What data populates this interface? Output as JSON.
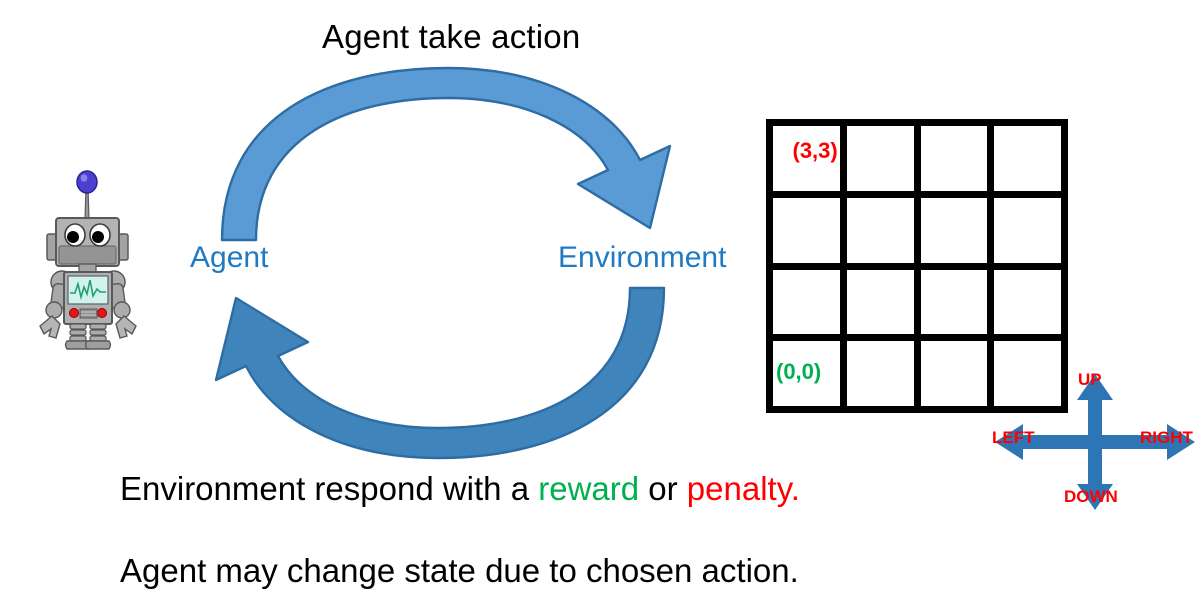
{
  "diagram": {
    "title": "Agent take action",
    "nodes": {
      "agent_label": "Agent",
      "environment_label": "Environment"
    },
    "colors": {
      "node_label": "#1F7AC4",
      "arrow_fill_light": "#5B9BD5",
      "arrow_fill_dark": "#4084BC",
      "arrow_stroke": "#2E6CA4",
      "reward_green": "#00B050",
      "penalty_red": "#FF0000",
      "grid_border": "#000000",
      "compass_blue": "#2E75B6"
    }
  },
  "grid": {
    "rows": 4,
    "cols": 4,
    "cells": [
      {
        "label": "(3,3)",
        "kind": "goal"
      },
      {
        "label": "",
        "kind": "empty"
      },
      {
        "label": "",
        "kind": "empty"
      },
      {
        "label": "",
        "kind": "empty"
      },
      {
        "label": "",
        "kind": "empty"
      },
      {
        "label": "",
        "kind": "empty"
      },
      {
        "label": "",
        "kind": "empty"
      },
      {
        "label": "",
        "kind": "empty"
      },
      {
        "label": "",
        "kind": "empty"
      },
      {
        "label": "",
        "kind": "empty"
      },
      {
        "label": "",
        "kind": "empty"
      },
      {
        "label": "",
        "kind": "empty"
      },
      {
        "label": "",
        "kind": "empty"
      },
      {
        "label": "",
        "kind": "empty"
      },
      {
        "label": "",
        "kind": "empty"
      },
      {
        "label": "(0,0)",
        "kind": "start"
      }
    ],
    "goal_coord": "(3,3)",
    "start_coord": "(0,0)"
  },
  "compass": {
    "up": "UP",
    "down": "DOWN",
    "left": "LEFT",
    "right": "RIGHT"
  },
  "captions": {
    "reward_line": {
      "prefix": "Environment respond with a ",
      "reward": "reward",
      "middle": " or ",
      "penalty": "penalty."
    },
    "state_line": "Agent may change state due to chosen action."
  },
  "robot": {
    "name": "robot-mascot",
    "screen_waveform": "ecg-waveform"
  }
}
